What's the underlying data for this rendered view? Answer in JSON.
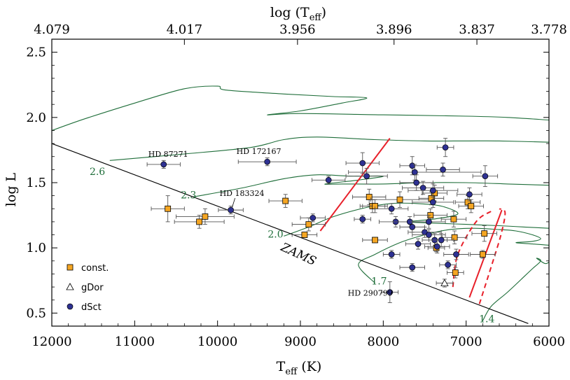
{
  "chart_data": {
    "type": "scatter",
    "xlabel": "T",
    "xlabel_sub": "eff",
    "xlabel_unit": " (K)",
    "ylabel": "log L",
    "top_axis_label": "log (T",
    "top_axis_label_sub": "eff",
    "top_axis_label_end": ")",
    "xlim": [
      12000,
      6000
    ],
    "ylim": [
      0.4,
      2.6
    ],
    "x_ticks": [
      12000,
      11000,
      10000,
      9000,
      8000,
      7000,
      6000
    ],
    "y_ticks": [
      0.5,
      1.0,
      1.5,
      2.0,
      2.5
    ],
    "y_tick_labels": [
      "0.5",
      "1.0",
      "1.5",
      "2.0",
      "2.5"
    ],
    "top_ticks": [
      {
        "label": "4.079",
        "teff": 12000
      },
      {
        "label": "4.017",
        "teff": 10400
      },
      {
        "label": "3.956",
        "teff": 9035
      },
      {
        "label": "3.896",
        "teff": 7870
      },
      {
        "label": "3.837",
        "teff": 6870
      },
      {
        "label": "3.778",
        "teff": 6000
      }
    ],
    "legend": [
      {
        "label": "const.",
        "marker": "square",
        "color": "#f5a623"
      },
      {
        "label": "gDor",
        "marker": "triangle",
        "color": "#ffffff"
      },
      {
        "label": "dSct",
        "marker": "circle",
        "color": "#2e3192"
      }
    ],
    "series": [
      {
        "name": "const.",
        "marker": "square",
        "points": [
          {
            "x": 10600,
            "y": 1.3,
            "xerr": 200,
            "yerr": 0.1
          },
          {
            "x": 10150,
            "y": 1.24,
            "xerr": 350,
            "yerr": 0.06
          },
          {
            "x": 10220,
            "y": 1.2,
            "xerr": 300,
            "yerr": 0.05
          },
          {
            "x": 9180,
            "y": 1.36,
            "xerr": 200,
            "yerr": 0.05
          },
          {
            "x": 8900,
            "y": 1.18,
            "xerr": 200,
            "yerr": 0.05
          },
          {
            "x": 8950,
            "y": 1.1,
            "xerr": 150,
            "yerr": 0.02
          },
          {
            "x": 8170,
            "y": 1.39,
            "xerr": 200,
            "yerr": 0.06
          },
          {
            "x": 8130,
            "y": 1.32,
            "xerr": 150,
            "yerr": 0.05
          },
          {
            "x": 8100,
            "y": 1.32,
            "xerr": 150,
            "yerr": 0.05
          },
          {
            "x": 7800,
            "y": 1.37,
            "xerr": 350,
            "yerr": 0.06
          },
          {
            "x": 8100,
            "y": 1.06,
            "xerr": 150,
            "yerr": 0.02
          },
          {
            "x": 7380,
            "y": 1.42,
            "xerr": 150,
            "yerr": 0.06
          },
          {
            "x": 7420,
            "y": 1.38,
            "xerr": 150,
            "yerr": 0.05
          },
          {
            "x": 7430,
            "y": 1.25,
            "xerr": 200,
            "yerr": 0.05
          },
          {
            "x": 6980,
            "y": 1.35,
            "xerr": 150,
            "yerr": 0.05
          },
          {
            "x": 6940,
            "y": 1.32,
            "xerr": 150,
            "yerr": 0.05
          },
          {
            "x": 7150,
            "y": 1.22,
            "xerr": 150,
            "yerr": 0.06
          },
          {
            "x": 7140,
            "y": 1.08,
            "xerr": 150,
            "yerr": 0.05
          },
          {
            "x": 6780,
            "y": 1.11,
            "xerr": 150,
            "yerr": 0.06
          },
          {
            "x": 7360,
            "y": 1.0,
            "xerr": 100,
            "yerr": 0.03
          },
          {
            "x": 6800,
            "y": 0.95,
            "xerr": 150,
            "yerr": 0.03
          },
          {
            "x": 7130,
            "y": 0.81,
            "xerr": 100,
            "yerr": 0.04
          }
        ]
      },
      {
        "name": "gDor",
        "marker": "triangle",
        "points": [
          {
            "x": 7260,
            "y": 0.73,
            "xerr": 100,
            "yerr": 0.03
          }
        ]
      },
      {
        "name": "dSct",
        "marker": "circle",
        "points": [
          {
            "x": 10650,
            "y": 1.64,
            "xerr": 200,
            "yerr": 0.03
          },
          {
            "x": 9400,
            "y": 1.66,
            "xerr": 350,
            "yerr": 0.03
          },
          {
            "x": 9840,
            "y": 1.29,
            "xerr": 150,
            "yerr": 0.03
          },
          {
            "x": 8660,
            "y": 1.52,
            "xerr": 200,
            "yerr": 0.03
          },
          {
            "x": 8250,
            "y": 1.65,
            "xerr": 200,
            "yerr": 0.08
          },
          {
            "x": 8200,
            "y": 1.55,
            "xerr": 250,
            "yerr": 0.06
          },
          {
            "x": 8250,
            "y": 1.22,
            "xerr": 100,
            "yerr": 0.03
          },
          {
            "x": 8850,
            "y": 1.23,
            "xerr": 150,
            "yerr": 0.03
          },
          {
            "x": 7900,
            "y": 1.3,
            "xerr": 200,
            "yerr": 0.04
          },
          {
            "x": 7850,
            "y": 1.2,
            "xerr": 200,
            "yerr": 0.04
          },
          {
            "x": 7250,
            "y": 1.77,
            "xerr": 100,
            "yerr": 0.07
          },
          {
            "x": 7650,
            "y": 1.63,
            "xerr": 150,
            "yerr": 0.07
          },
          {
            "x": 7620,
            "y": 1.58,
            "xerr": 800,
            "yerr": 0.06
          },
          {
            "x": 7280,
            "y": 1.6,
            "xerr": 200,
            "yerr": 0.05
          },
          {
            "x": 6770,
            "y": 1.55,
            "xerr": 150,
            "yerr": 0.08
          },
          {
            "x": 7600,
            "y": 1.5,
            "xerr": 200,
            "yerr": 0.06
          },
          {
            "x": 7520,
            "y": 1.46,
            "xerr": 250,
            "yerr": 0.05
          },
          {
            "x": 7400,
            "y": 1.44,
            "xerr": 300,
            "yerr": 0.05
          },
          {
            "x": 6960,
            "y": 1.41,
            "xerr": 150,
            "yerr": 0.05
          },
          {
            "x": 7400,
            "y": 1.35,
            "xerr": 250,
            "yerr": 0.04
          },
          {
            "x": 7680,
            "y": 1.2,
            "xerr": 200,
            "yerr": 0.04
          },
          {
            "x": 7450,
            "y": 1.2,
            "xerr": 200,
            "yerr": 0.05
          },
          {
            "x": 7650,
            "y": 1.16,
            "xerr": 150,
            "yerr": 0.04
          },
          {
            "x": 7500,
            "y": 1.12,
            "xerr": 200,
            "yerr": 0.04
          },
          {
            "x": 7450,
            "y": 1.1,
            "xerr": 200,
            "yerr": 0.04
          },
          {
            "x": 7380,
            "y": 1.06,
            "xerr": 150,
            "yerr": 0.05
          },
          {
            "x": 7300,
            "y": 1.06,
            "xerr": 150,
            "yerr": 0.05
          },
          {
            "x": 7350,
            "y": 1.01,
            "xerr": 150,
            "yerr": 0.05
          },
          {
            "x": 7580,
            "y": 1.03,
            "xerr": 150,
            "yerr": 0.04
          },
          {
            "x": 7900,
            "y": 0.95,
            "xerr": 100,
            "yerr": 0.03
          },
          {
            "x": 7120,
            "y": 0.95,
            "xerr": 150,
            "yerr": 0.04
          },
          {
            "x": 7220,
            "y": 0.87,
            "xerr": 100,
            "yerr": 0.03
          },
          {
            "x": 7650,
            "y": 0.85,
            "xerr": 150,
            "yerr": 0.03
          },
          {
            "x": 7920,
            "y": 0.66,
            "xerr": 100,
            "yerr": 0.08
          }
        ]
      }
    ],
    "star_labels": [
      {
        "text": "HD 87271",
        "x": 10650,
        "y": 1.64
      },
      {
        "text": "HD 172167",
        "x": 9400,
        "y": 1.66
      },
      {
        "text": "HD 183324",
        "x": 9840,
        "y": 1.29
      },
      {
        "text": "HD 290799",
        "x": 7920,
        "y": 0.66
      }
    ],
    "track_labels": [
      {
        "text": "2.6",
        "x": 11450,
        "y": 1.56
      },
      {
        "text": "2.3",
        "x": 10350,
        "y": 1.38
      },
      {
        "text": "2.0",
        "x": 9300,
        "y": 1.08
      },
      {
        "text": "1.7",
        "x": 8050,
        "y": 0.72
      },
      {
        "text": "1.4",
        "x": 6750,
        "y": 0.43
      }
    ],
    "zams_label": "ZAMS",
    "zams_line": [
      [
        12000,
        1.8
      ],
      [
        6250,
        0.42
      ]
    ],
    "instability_strip": {
      "solid": [
        [
          [
            8760,
            1.13
          ],
          [
            7920,
            1.84
          ]
        ],
        [
          [
            6960,
            0.62
          ],
          [
            6570,
            1.29
          ]
        ]
      ],
      "dashed": [
        [
          [
            7160,
            0.7
          ],
          [
            7100,
            0.95
          ],
          [
            6880,
            1.2
          ],
          [
            6700,
            1.28
          ]
        ],
        [
          [
            6840,
            0.57
          ],
          [
            6700,
            0.85
          ],
          [
            6580,
            1.1
          ],
          [
            6530,
            1.27
          ],
          [
            6600,
            1.3
          ]
        ]
      ]
    },
    "tracks": [
      [
        [
          12000,
          1.9
        ],
        [
          11600,
          1.99
        ],
        [
          11000,
          2.11
        ],
        [
          10400,
          2.22
        ],
        [
          10000,
          2.24
        ],
        [
          9900,
          2.21
        ],
        [
          9200,
          2.18
        ],
        [
          8600,
          2.16
        ],
        [
          8200,
          2.15
        ],
        [
          8500,
          2.11
        ],
        [
          9000,
          2.05
        ],
        [
          9400,
          2.02
        ],
        [
          9000,
          2.03
        ],
        [
          8000,
          2.02
        ],
        [
          7000,
          2.01
        ],
        [
          6500,
          2.0
        ],
        [
          6000,
          1.98
        ]
      ],
      [
        [
          11300,
          1.67
        ],
        [
          10400,
          1.72
        ],
        [
          9600,
          1.77
        ],
        [
          9200,
          1.83
        ],
        [
          8800,
          1.85
        ],
        [
          8100,
          1.83
        ],
        [
          7500,
          1.82
        ],
        [
          7000,
          1.82
        ],
        [
          6600,
          1.82
        ],
        [
          6000,
          1.81
        ]
      ],
      [
        [
          10300,
          1.39
        ],
        [
          9700,
          1.46
        ],
        [
          9200,
          1.53
        ],
        [
          8800,
          1.56
        ],
        [
          8400,
          1.55
        ],
        [
          8000,
          1.55
        ],
        [
          8300,
          1.52
        ],
        [
          8700,
          1.49
        ],
        [
          8500,
          1.49
        ],
        [
          8000,
          1.49
        ],
        [
          7500,
          1.5
        ],
        [
          7000,
          1.5
        ],
        [
          6500,
          1.49
        ],
        [
          6000,
          1.48
        ]
      ],
      [
        [
          9200,
          1.09
        ],
        [
          8900,
          1.16
        ],
        [
          8600,
          1.24
        ],
        [
          8200,
          1.31
        ],
        [
          7900,
          1.34
        ],
        [
          7600,
          1.34
        ],
        [
          7300,
          1.32
        ],
        [
          7100,
          1.26
        ],
        [
          7400,
          1.22
        ],
        [
          7700,
          1.2
        ],
        [
          7400,
          1.19
        ],
        [
          7000,
          1.18
        ],
        [
          6600,
          1.17
        ],
        [
          6300,
          1.16
        ],
        [
          6000,
          1.15
        ]
      ],
      [
        [
          8100,
          0.73
        ],
        [
          8300,
          0.87
        ],
        [
          8100,
          0.95
        ],
        [
          7800,
          1.04
        ],
        [
          7500,
          1.1
        ],
        [
          7200,
          1.14
        ],
        [
          6900,
          1.15
        ],
        [
          6600,
          1.14
        ],
        [
          6400,
          1.13
        ],
        [
          6200,
          1.1
        ],
        [
          6100,
          1.07
        ],
        [
          6200,
          1.05
        ],
        [
          6400,
          1.04
        ],
        [
          6200,
          1.03
        ],
        [
          6000,
          1.02
        ]
      ],
      [
        [
          6800,
          0.44
        ],
        [
          6700,
          0.55
        ],
        [
          6500,
          0.66
        ],
        [
          6300,
          0.78
        ],
        [
          6200,
          0.84
        ],
        [
          6100,
          0.9
        ],
        [
          6150,
          0.92
        ],
        [
          6050,
          0.88
        ],
        [
          6000,
          0.89
        ]
      ]
    ]
  }
}
